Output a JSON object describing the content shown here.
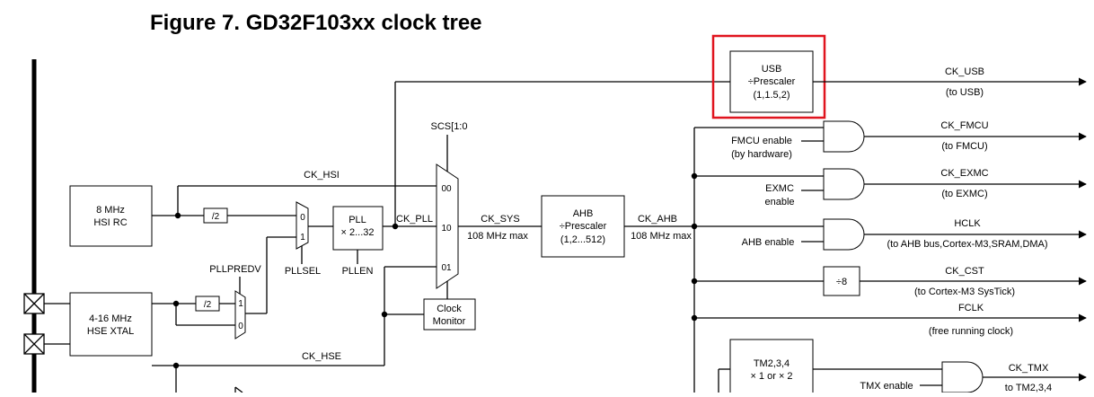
{
  "figure": {
    "title": "Figure 7. GD32F103xx clock tree",
    "highlight_color": "#e0141e"
  },
  "blocks": {
    "hsi_rc": {
      "line1": "8 MHz",
      "line2": "HSI RC"
    },
    "hse_xtal": {
      "line1": "4-16 MHz",
      "line2": "HSE XTAL"
    },
    "div2_hsi": "/2",
    "div2_hse": "/2",
    "pll": {
      "line1": "PLL",
      "line2": "× 2...32"
    },
    "clock_monitor": {
      "line1": "Clock",
      "line2": "Monitor"
    },
    "ahb_prescaler": {
      "line1": "AHB",
      "line2": "÷Prescaler",
      "line3": "(1,2...512)"
    },
    "usb_prescaler": {
      "line1": "USB",
      "line2": "÷Prescaler",
      "line3": "(1,1.5,2)"
    },
    "div8": "÷8",
    "tm234": {
      "line1": "TM2,3,4",
      "line2": "× 1 or × 2"
    }
  },
  "mux_labels": {
    "pllsel_0": "0",
    "pllsel_1": "1",
    "predv_1": "1",
    "predv_0": "0",
    "sys_00": "00",
    "sys_10": "10",
    "sys_01": "01"
  },
  "signals": {
    "scs": "SCS[1:0",
    "ck_hsi": "CK_HSI",
    "ck_pll": "CK_PLL",
    "ck_sys": "CK_SYS",
    "ck_sys_max": "108 MHz max",
    "ck_ahb": "CK_AHB",
    "ck_ahb_max": "108 MHz max",
    "pllsel": "PLLSEL",
    "pllen": "PLLEN",
    "pllpredv": "PLLPREDV",
    "ck_hse": "CK_HSE"
  },
  "outputs": [
    {
      "name": "CK_USB",
      "dest": "(to USB)"
    },
    {
      "name": "CK_FMCU",
      "dest": "(to FMCU)"
    },
    {
      "name": "CK_EXMC",
      "dest": "(to EXMC)"
    },
    {
      "name": "HCLK",
      "dest": "(to AHB bus,Cortex-M3,SRAM,DMA)"
    },
    {
      "name": "CK_CST",
      "dest": "(to Cortex-M3 SysTick)"
    },
    {
      "name": "FCLK",
      "dest": "(free running clock)"
    },
    {
      "name": "CK_TMX",
      "dest": "to TM2,3,4"
    }
  ],
  "enables": {
    "fmcu_line1": "FMCU  enable",
    "fmcu_line2": "(by hardware)",
    "exmc_line1": "EXMC",
    "exmc_line2": "enable",
    "ahb": "AHB enable",
    "tmx": "TMX enable"
  }
}
